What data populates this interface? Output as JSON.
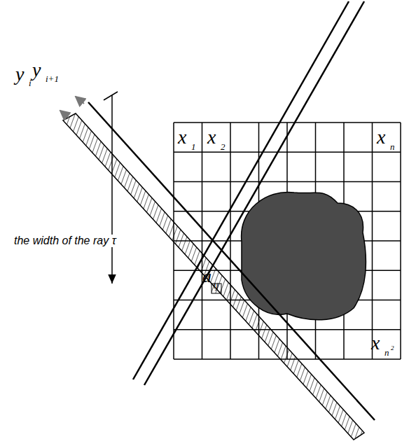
{
  "diagram": {
    "labels": [
      "y",
      "i",
      "y",
      "i+1",
      "the width of the ray τ",
      "x",
      "1",
      "x",
      "2",
      "x",
      "n",
      "a",
      "ij",
      "x",
      "n",
      "2"
    ]
  }
}
